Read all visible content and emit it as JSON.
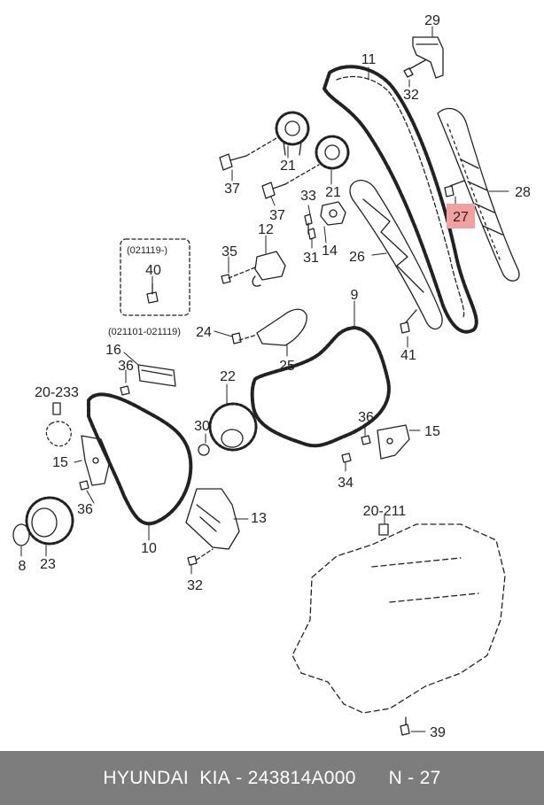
{
  "diagram": {
    "highlight_color": "#f2a0a0",
    "callouts": [
      {
        "id": "c29",
        "text": "29"
      },
      {
        "id": "c11",
        "text": "11"
      },
      {
        "id": "c32a",
        "text": "32"
      },
      {
        "id": "c21a",
        "text": "21"
      },
      {
        "id": "c21b",
        "text": "21"
      },
      {
        "id": "c37a",
        "text": "37"
      },
      {
        "id": "c37b",
        "text": "37"
      },
      {
        "id": "c33",
        "text": "33"
      },
      {
        "id": "c28",
        "text": "28"
      },
      {
        "id": "c27",
        "text": "27",
        "highlighted": true
      },
      {
        "id": "c12",
        "text": "12"
      },
      {
        "id": "c14",
        "text": "14"
      },
      {
        "id": "c31",
        "text": "31"
      },
      {
        "id": "c26",
        "text": "26"
      },
      {
        "id": "c35",
        "text": "35"
      },
      {
        "id": "c40",
        "text": "40"
      },
      {
        "id": "c9",
        "text": "9"
      },
      {
        "id": "c24",
        "text": "24"
      },
      {
        "id": "c41",
        "text": "41"
      },
      {
        "id": "c16",
        "text": "16"
      },
      {
        "id": "c25",
        "text": "25"
      },
      {
        "id": "c36a",
        "text": "36"
      },
      {
        "id": "c22",
        "text": "22"
      },
      {
        "id": "c20233",
        "text": "20-233"
      },
      {
        "id": "c36b",
        "text": "36"
      },
      {
        "id": "c15a",
        "text": "15"
      },
      {
        "id": "c30",
        "text": "30"
      },
      {
        "id": "c15b",
        "text": "15"
      },
      {
        "id": "c34",
        "text": "34"
      },
      {
        "id": "c36c",
        "text": "36"
      },
      {
        "id": "c13",
        "text": "13"
      },
      {
        "id": "c20211",
        "text": "20-211"
      },
      {
        "id": "c8",
        "text": "8"
      },
      {
        "id": "c23",
        "text": "23"
      },
      {
        "id": "c10",
        "text": "10"
      },
      {
        "id": "c32b",
        "text": "32"
      },
      {
        "id": "c39",
        "text": "39"
      }
    ],
    "notes": {
      "box_code": "(021119-)",
      "range_code": "(021101-021119)"
    }
  },
  "footer": {
    "brand": "HYUNDAI  KIA",
    "separator": " - ",
    "part_number": "243814A000",
    "position_label": "N - 27"
  }
}
